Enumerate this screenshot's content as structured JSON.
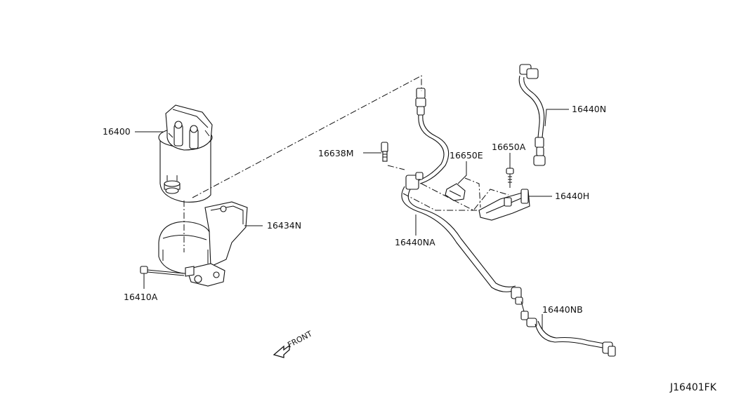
{
  "diagram": {
    "code": "J16401FK",
    "front_indicator": "FRONT",
    "callouts": [
      {
        "id": "filter",
        "text": "16400"
      },
      {
        "id": "bracket",
        "text": "16434N"
      },
      {
        "id": "bolt",
        "text": "16410A"
      },
      {
        "id": "sensor",
        "text": "16638M"
      },
      {
        "id": "clip_e",
        "text": "16650E"
      },
      {
        "id": "clip_a",
        "text": "16650A"
      },
      {
        "id": "hose_n",
        "text": "16440N"
      },
      {
        "id": "hose_h",
        "text": "16440H"
      },
      {
        "id": "hose_na",
        "text": "16440NA"
      },
      {
        "id": "hose_nb",
        "text": "16440NB"
      }
    ]
  }
}
